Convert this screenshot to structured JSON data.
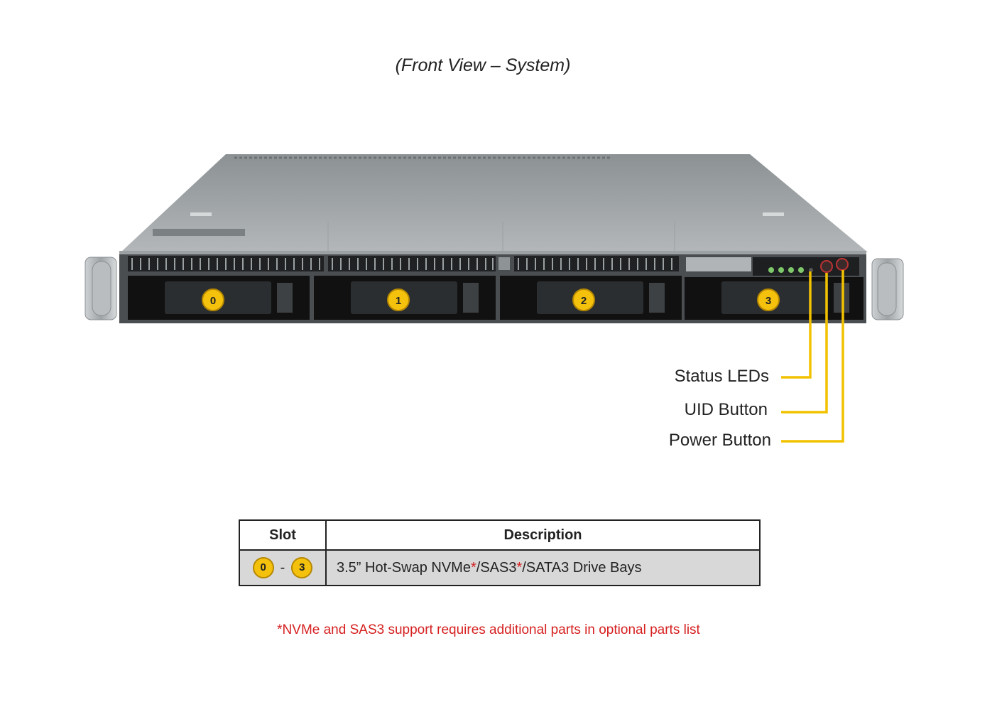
{
  "title": "(Front View – System)",
  "bays": [
    "0",
    "1",
    "2",
    "3"
  ],
  "callouts": {
    "status_leds": "Status LEDs",
    "uid_button": "UID Button",
    "power_button": "Power Button"
  },
  "table": {
    "header_slot": "Slot",
    "header_description": "Description",
    "slot_from": "0",
    "slot_separator": "-",
    "slot_to": "3",
    "desc_part1": "3.5” Hot-Swap NVMe",
    "desc_star1": "*",
    "desc_part2": "/SAS3",
    "desc_star2": "*",
    "desc_part3": "/SATA3  Drive  Bays"
  },
  "footnote": "*NVMe  and  SAS3  support  requires  additional  parts  in  optional  parts  list",
  "colors": {
    "badge_fill": "#f4c20d",
    "callout_line": "#f2c200",
    "footnote_red": "#d62020",
    "table_row_bg": "#d8d8d8"
  }
}
